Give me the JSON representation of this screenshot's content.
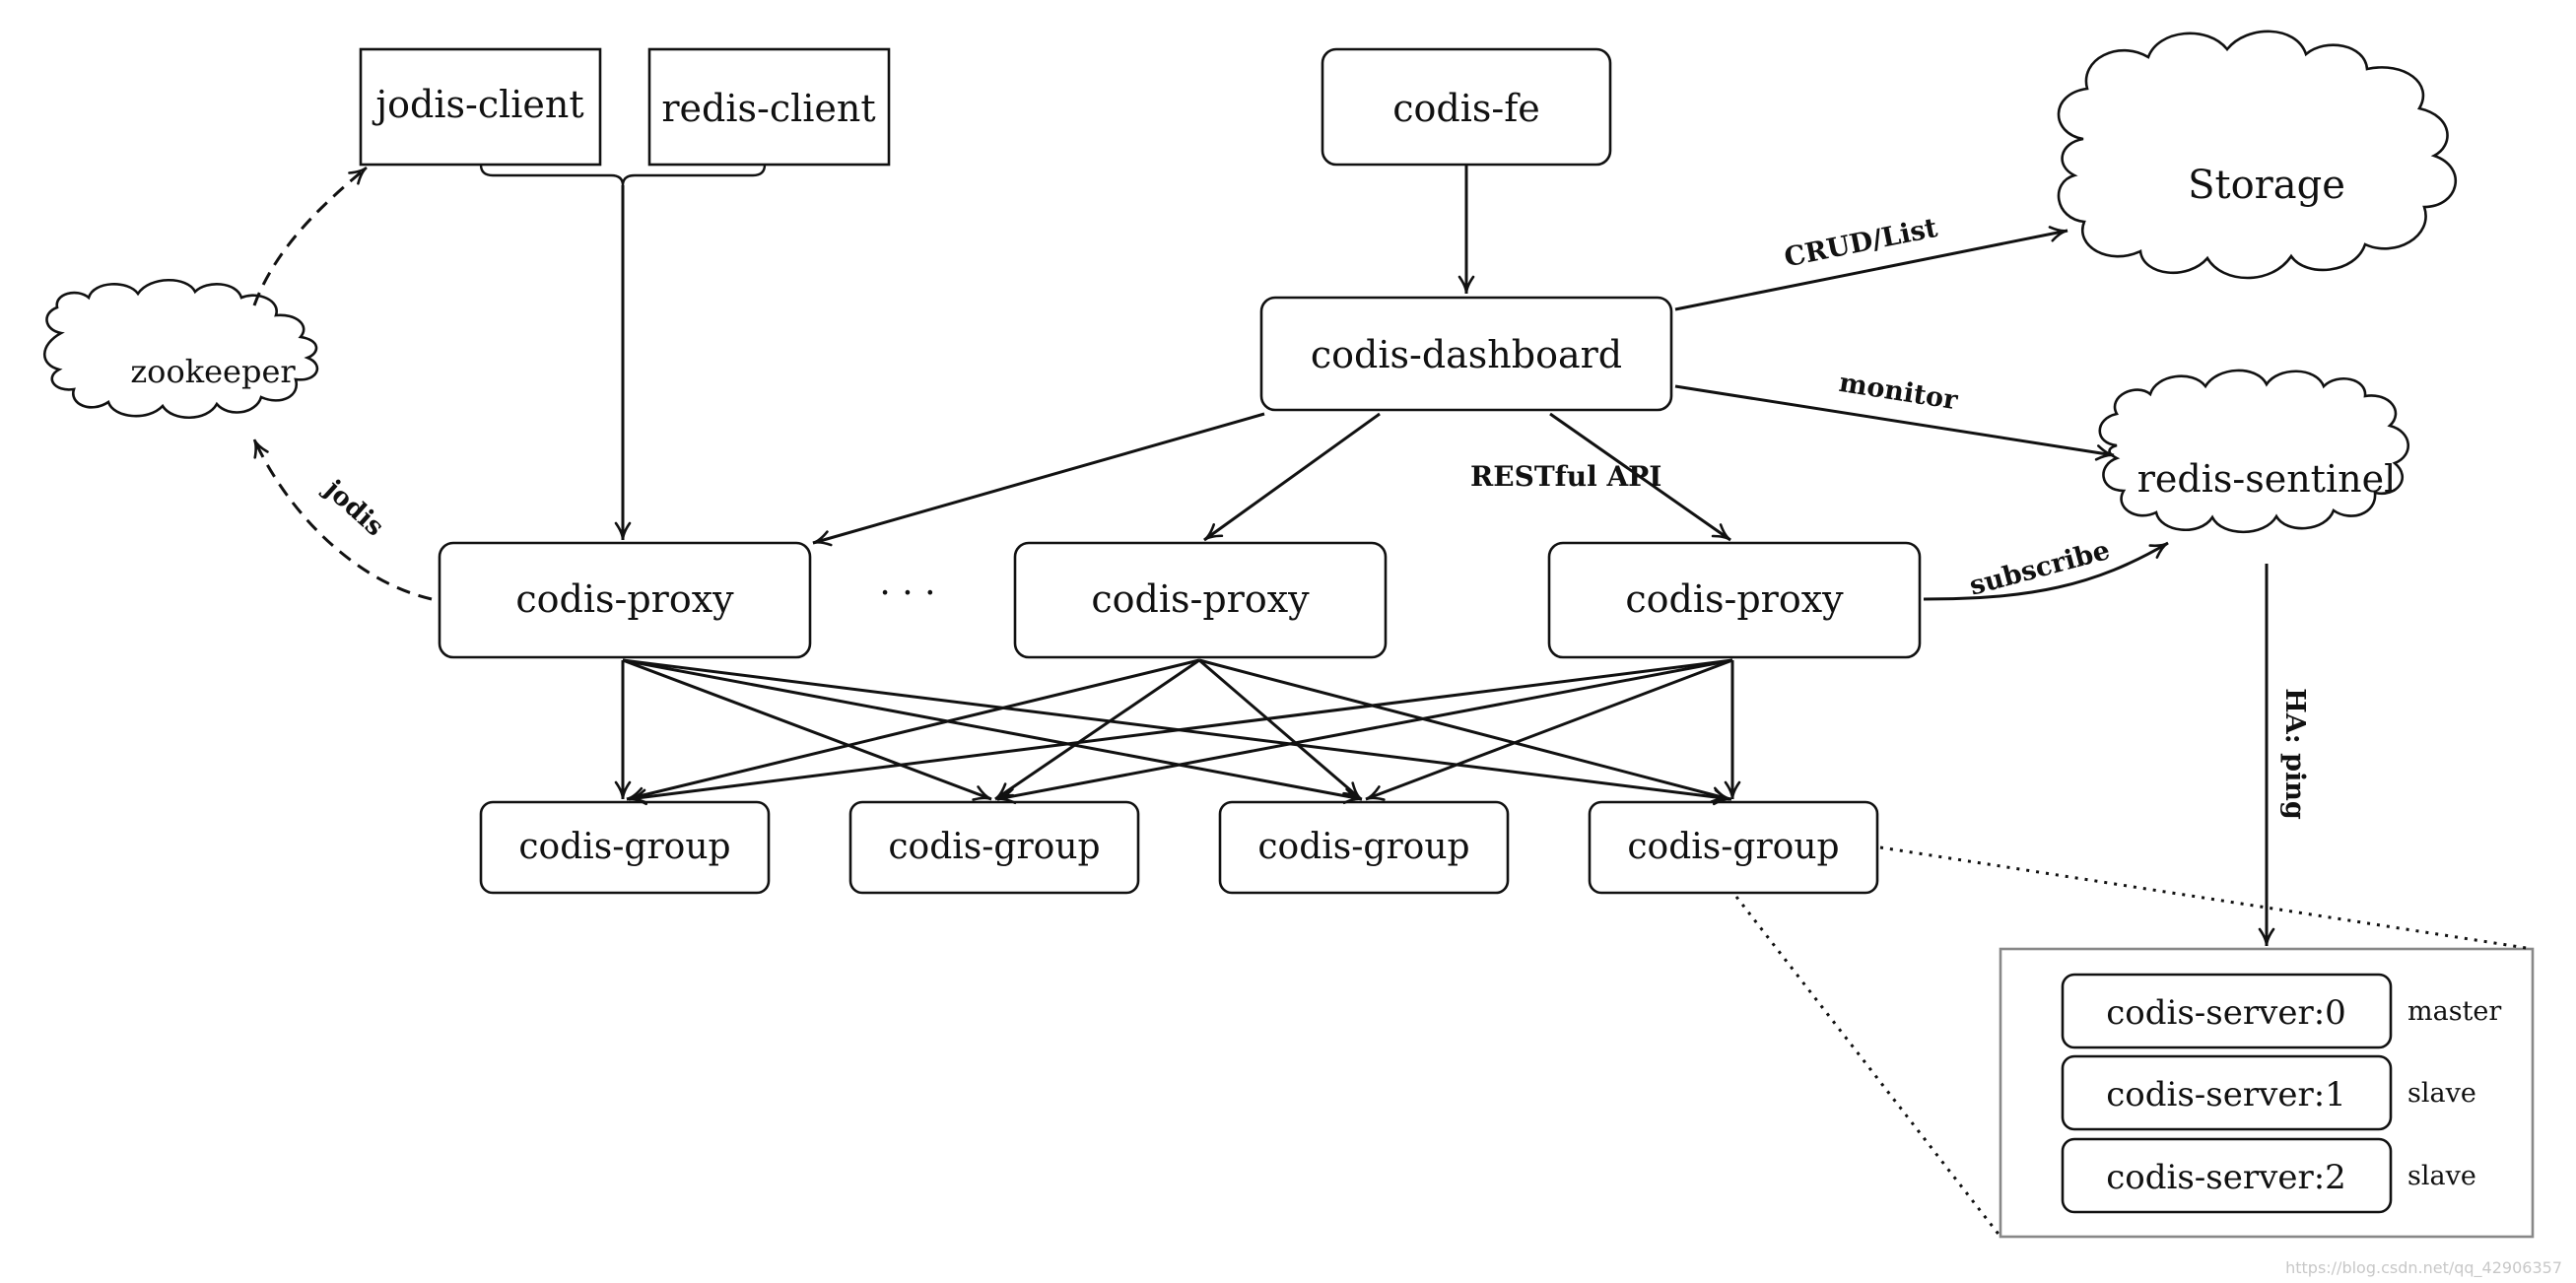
{
  "nodes": {
    "jodis_client": "jodis-client",
    "redis_client": "redis-client",
    "codis_fe": "codis-fe",
    "storage": "Storage",
    "zookeeper": "zookeeper",
    "codis_dashboard": "codis-dashboard",
    "redis_sentinel": "redis-sentinel",
    "proxies": [
      "codis-proxy",
      "codis-proxy",
      "codis-proxy"
    ],
    "proxy_ellipsis": "· · ·",
    "groups": [
      "codis-group",
      "codis-group",
      "codis-group",
      "codis-group"
    ],
    "servers": [
      {
        "name": "codis-server:0",
        "role": "master"
      },
      {
        "name": "codis-server:1",
        "role": "slave"
      },
      {
        "name": "codis-server:2",
        "role": "slave"
      }
    ]
  },
  "edge_labels": {
    "crud_list": "CRUD/List",
    "monitor": "monitor",
    "restful_api": "RESTful API",
    "subscribe": "subscribe",
    "ha_ping": "HA: ping",
    "jodis": "jodis"
  },
  "watermark": "https://blog.csdn.net/qq_42906357"
}
